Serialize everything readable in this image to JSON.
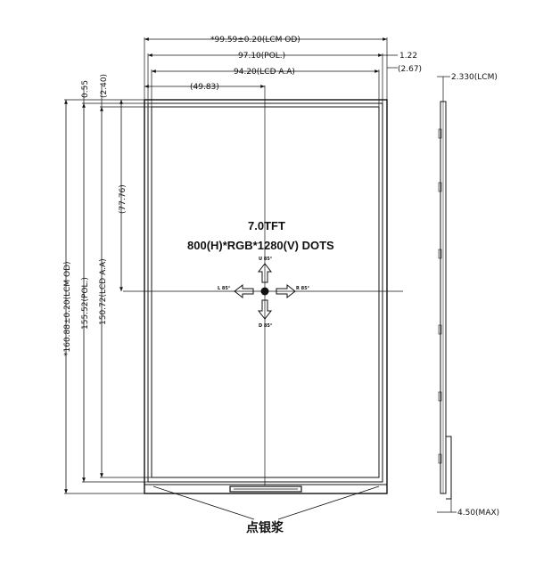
{
  "dimensions": {
    "lcm_od_width": "*99.59±0.20(LCM OD)",
    "pol_width": "97.10(POL.)",
    "lcd_aa_width": "94.20(LCD A.A)",
    "center_x": "(49.83)",
    "right_offset_1": "1.22",
    "right_offset_2": "(2.67)",
    "top_offset_1": "0.55",
    "top_offset_2": "(2.40)",
    "center_y": "(77.76)",
    "lcm_od_height": "*160.88±0.20(LCM OD)",
    "pol_height": "155.52(POL.)",
    "lcd_aa_height": "150.72(LCD A.A)",
    "thickness_lcm": "2.330(LCM)",
    "thickness_max": "4.50(MAX)"
  },
  "panel": {
    "title": "7.0TFT",
    "resolution": "800(H)*RGB*1280(V) DOTS"
  },
  "viewing_angles": {
    "up": "U 85°",
    "down": "D 85°",
    "left": "L 85°",
    "right": "R 85°"
  },
  "note_label": "点银浆"
}
